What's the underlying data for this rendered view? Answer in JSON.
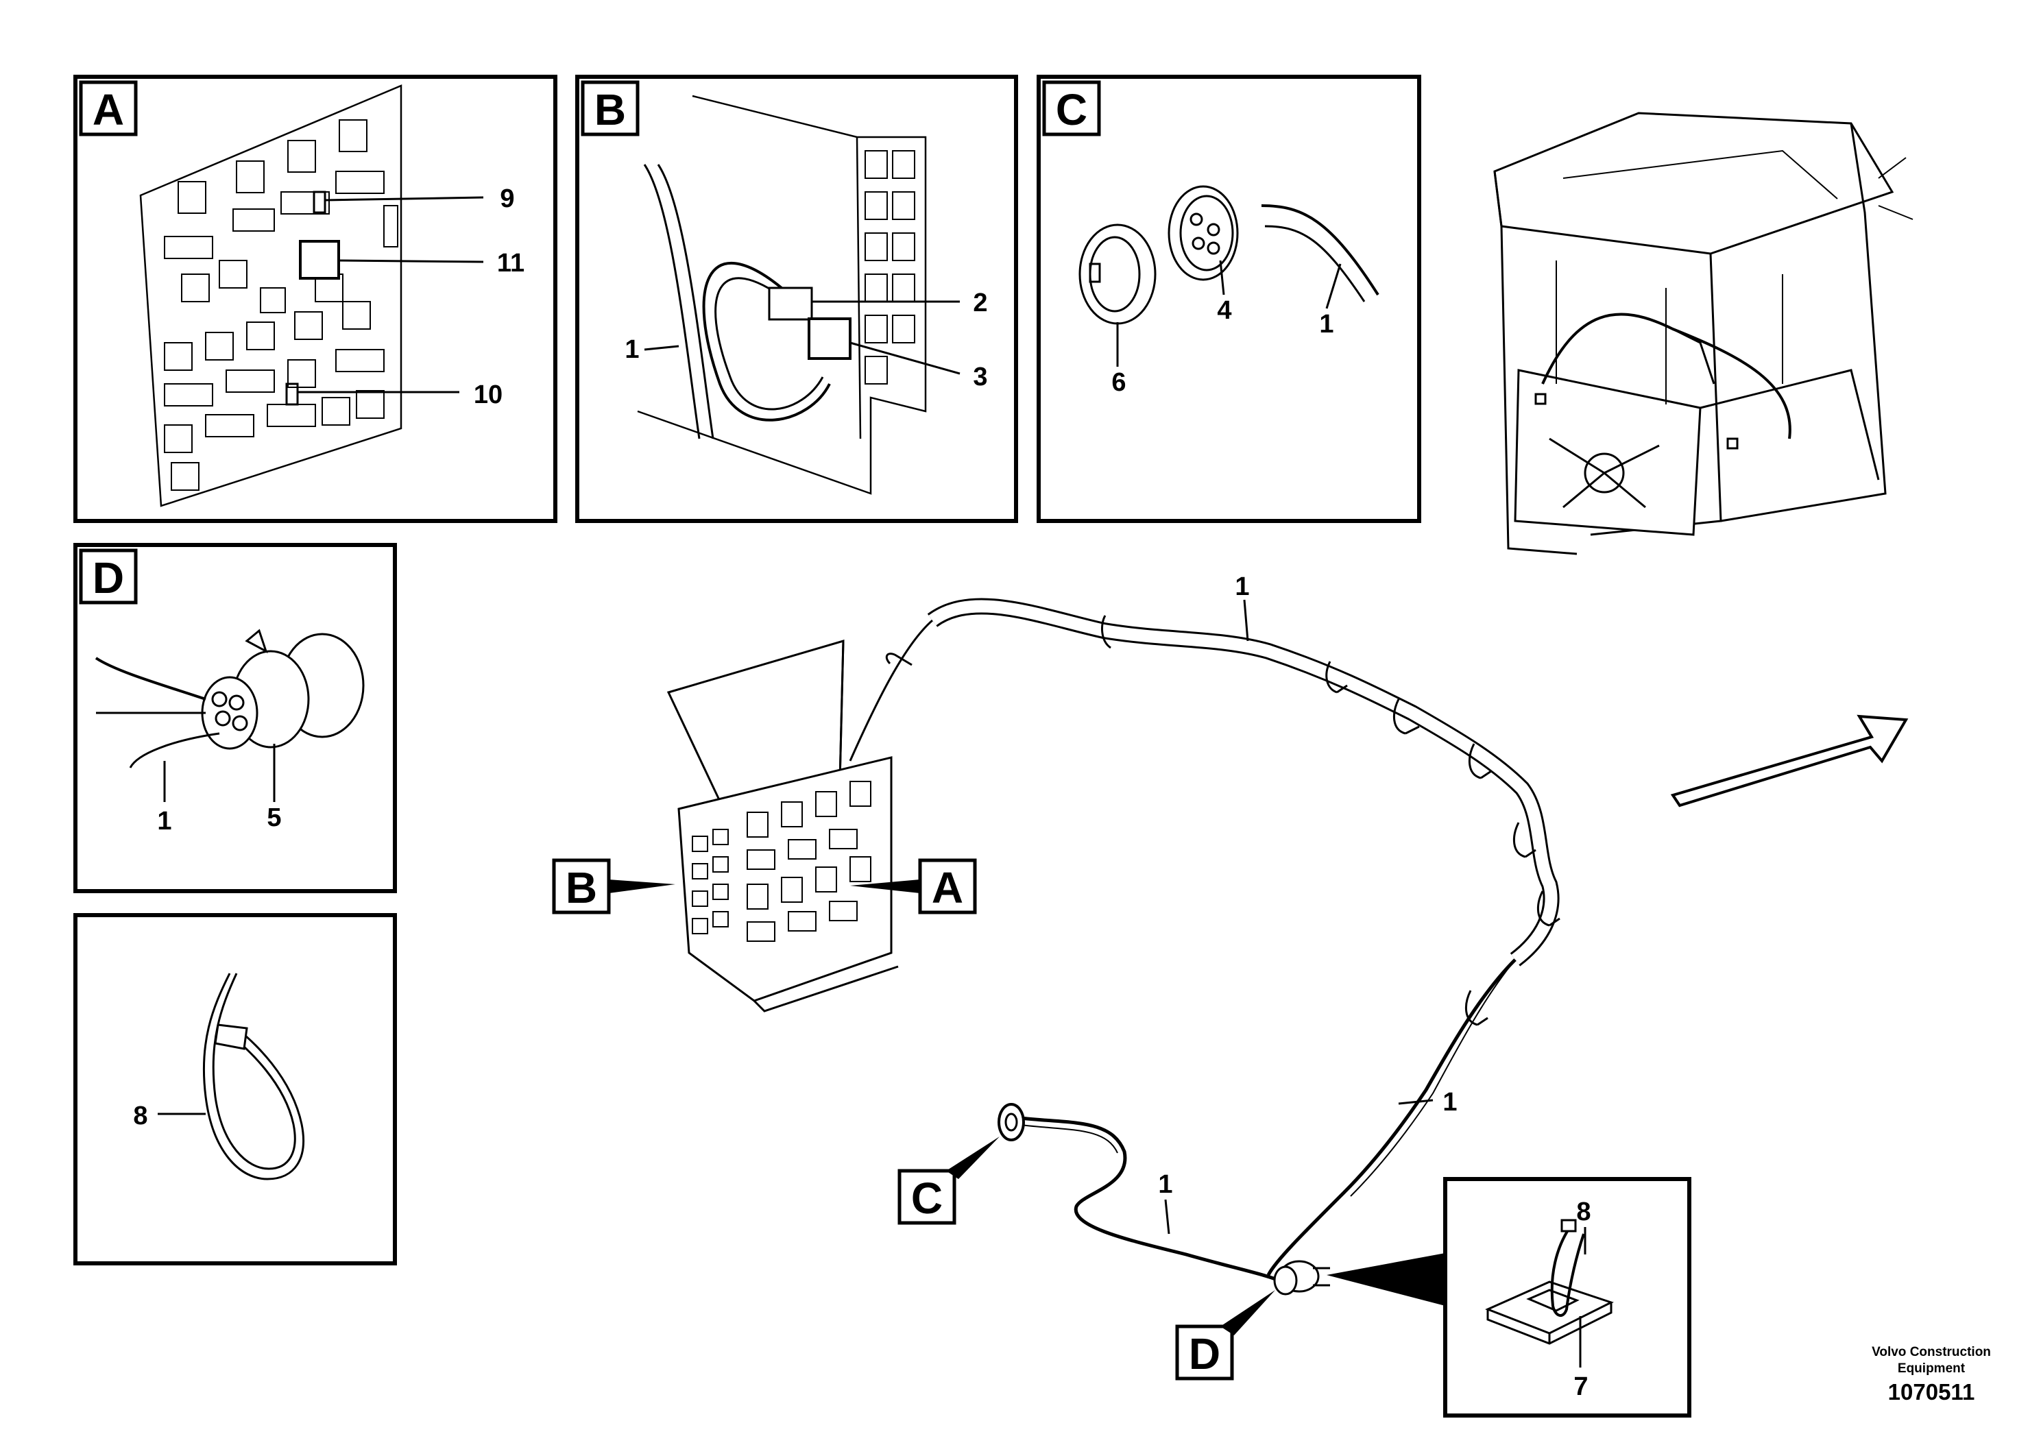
{
  "detail_panels": {
    "A": {
      "label": "A",
      "callouts": [
        "9",
        "11",
        "10"
      ]
    },
    "B": {
      "label": "B",
      "callouts": [
        "2",
        "1",
        "3"
      ]
    },
    "C": {
      "label": "C",
      "callouts": [
        "4",
        "1",
        "6"
      ]
    },
    "D": {
      "label": "D",
      "callouts": [
        "1",
        "5"
      ]
    },
    "tie": {
      "callouts": [
        "8"
      ]
    },
    "clip": {
      "callouts": [
        "8",
        "7"
      ]
    }
  },
  "main_view": {
    "pointer_labels": [
      "B",
      "A",
      "C",
      "D"
    ],
    "harness_callouts": [
      "1",
      "1",
      "1"
    ]
  },
  "credit": {
    "line1": "Volvo Construction",
    "line2": "Equipment",
    "number": "1070511"
  }
}
